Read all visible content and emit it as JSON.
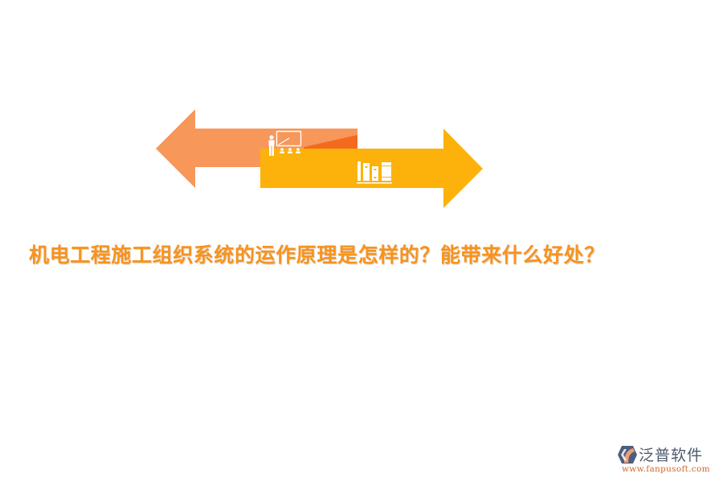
{
  "colors": {
    "left_arrow": "#F7975A",
    "left_arrow_wedge": "#F46A1C",
    "right_arrow": "#FCB20B",
    "icon": "#FFFFFF",
    "title": "#F7931E",
    "logo_text": "#4E5A6E",
    "logo_url": "#D2672A",
    "logo_mark_blue": "#4D5F7F",
    "logo_mark_orange": "#F0A070"
  },
  "graphic": {
    "left_arrow_icon": "teacher-presentation-icon",
    "right_arrow_icon": "bookshelf-icon"
  },
  "title": {
    "text": "机电工程施工组织系统的运作原理是怎样的？能带来什么好处？"
  },
  "logo": {
    "name": "泛普软件",
    "url": "www.fanpusoft.com",
    "icon": "fanpu-logo-icon"
  }
}
